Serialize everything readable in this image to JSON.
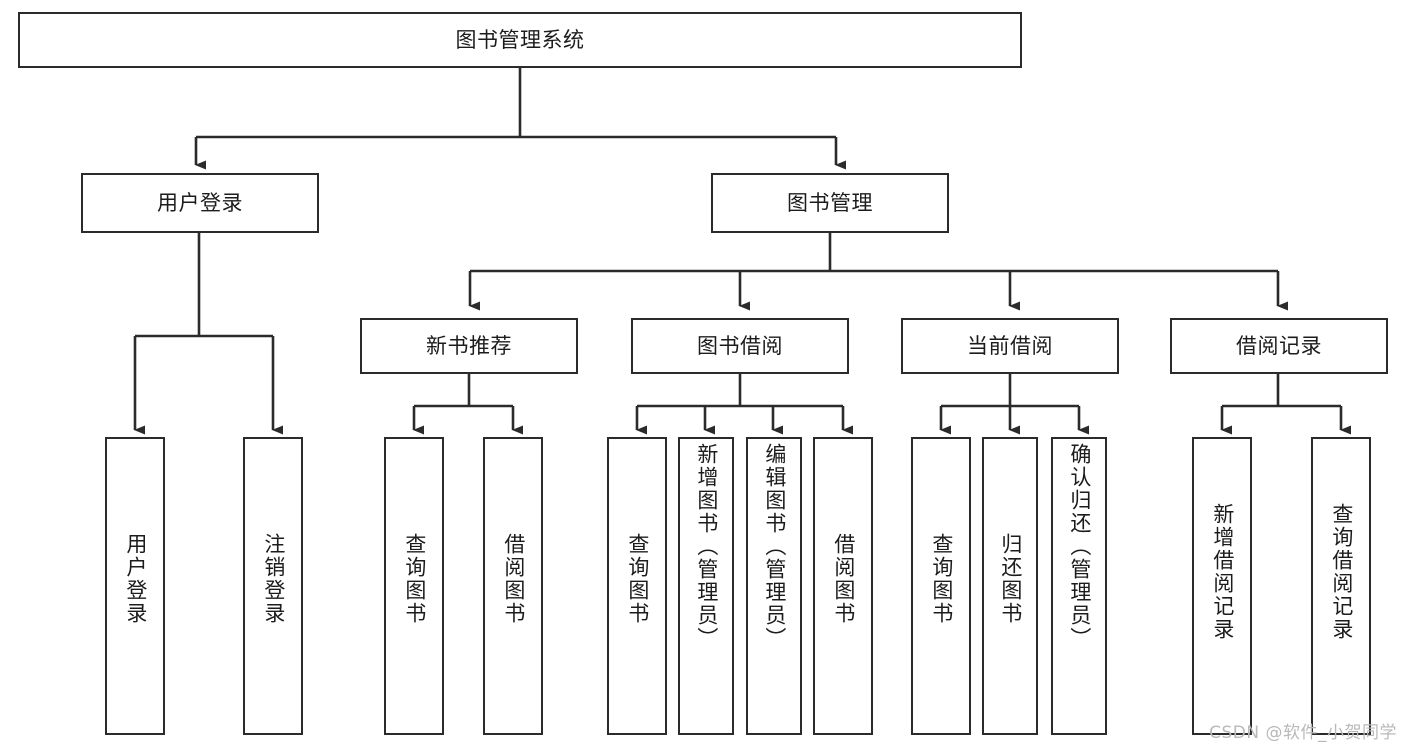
{
  "diagram": {
    "title": "图书管理系统",
    "type": "tree",
    "background_color": "#ffffff",
    "line_color": "#2b2b2b",
    "text_color": "#1c1c1c",
    "watermark": "CSDN @软件_小贺同学"
  },
  "nodes": {
    "root": {
      "label": "图书管理系统"
    },
    "level2": [
      {
        "label": "用户登录"
      },
      {
        "label": "图书管理"
      }
    ],
    "level3": [
      {
        "label": "新书推荐"
      },
      {
        "label": "图书借阅"
      },
      {
        "label": "当前借阅"
      },
      {
        "label": "借阅记录"
      }
    ],
    "leaves": {
      "user_login": [
        {
          "label": "用户登录"
        },
        {
          "label": "注销登录"
        }
      ],
      "new_book_recommend": [
        {
          "label": "查询图书"
        },
        {
          "label": "借阅图书"
        }
      ],
      "book_borrow": [
        {
          "label": "查询图书"
        },
        {
          "label": "新增图书（管理员）"
        },
        {
          "label": "编辑图书（管理员）"
        },
        {
          "label": "借阅图书"
        }
      ],
      "current_borrow": [
        {
          "label": "查询图书"
        },
        {
          "label": "归还图书"
        },
        {
          "label": "确认归还（管理员）"
        }
      ],
      "borrow_record": [
        {
          "label": "新增借阅记录"
        },
        {
          "label": "查询借阅记录"
        }
      ]
    }
  },
  "chart_data": {
    "type": "table",
    "title": "图书管理系统 功能结构图",
    "hierarchy": [
      {
        "label": "图书管理系统",
        "children": [
          {
            "label": "用户登录",
            "children": [
              {
                "label": "用户登录"
              },
              {
                "label": "注销登录"
              }
            ]
          },
          {
            "label": "图书管理",
            "children": [
              {
                "label": "新书推荐",
                "children": [
                  {
                    "label": "查询图书"
                  },
                  {
                    "label": "借阅图书"
                  }
                ]
              },
              {
                "label": "图书借阅",
                "children": [
                  {
                    "label": "查询图书"
                  },
                  {
                    "label": "新增图书（管理员）"
                  },
                  {
                    "label": "编辑图书（管理员）"
                  },
                  {
                    "label": "借阅图书"
                  }
                ]
              },
              {
                "label": "当前借阅",
                "children": [
                  {
                    "label": "查询图书"
                  },
                  {
                    "label": "归还图书"
                  },
                  {
                    "label": "确认归还（管理员）"
                  }
                ]
              },
              {
                "label": "借阅记录",
                "children": [
                  {
                    "label": "新增借阅记录"
                  },
                  {
                    "label": "查询借阅记录"
                  }
                ]
              }
            ]
          }
        ]
      }
    ]
  }
}
